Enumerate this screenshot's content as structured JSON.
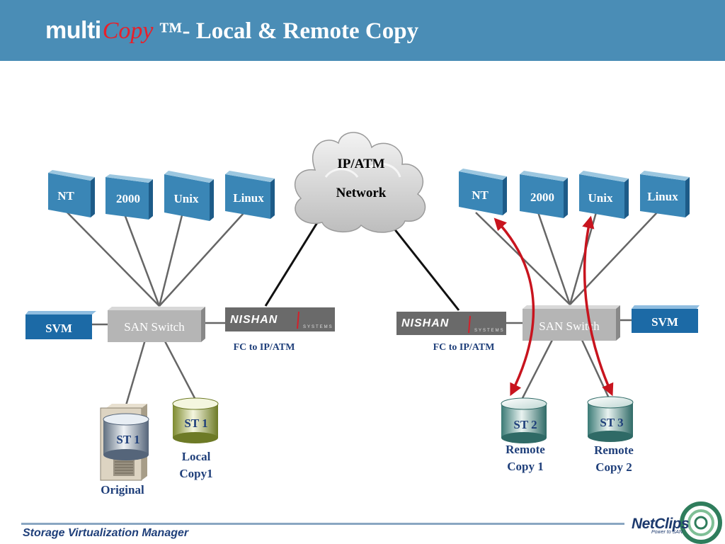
{
  "header": {
    "title_multi": "multi",
    "title_copy": "Copy",
    "title_rest": "™- Local & Remote Copy"
  },
  "cloud": {
    "line1": "IP/ATM",
    "line2": "Network"
  },
  "left": {
    "hosts": [
      "NT",
      "2000",
      "Unix",
      "Linux"
    ],
    "svm": "SVM",
    "switch": "SAN Switch",
    "nishan_label": "FC to IP/ATM",
    "st_server": "ST 1",
    "server_caption": "Original",
    "st_local": "ST 1",
    "local_caption_1": "Local",
    "local_caption_2": "Copy1"
  },
  "right": {
    "hosts": [
      "NT",
      "2000",
      "Unix",
      "Linux"
    ],
    "svm": "SVM",
    "switch": "SAN Switch",
    "nishan_label": "FC to IP/ATM",
    "st2": "ST 2",
    "st2_caption_1": "Remote",
    "st2_caption_2": "Copy 1",
    "st3": "ST 3",
    "st3_caption_1": "Remote",
    "st3_caption_2": "Copy 2"
  },
  "nishan": {
    "brand": "NISHAN",
    "sub": "SYSTEMS"
  },
  "footer": {
    "text": "Storage Virtualization Manager"
  },
  "logo": {
    "name": "NetClips",
    "tagline": "Power to SAN"
  },
  "colors": {
    "header": "#4a8db6",
    "host_blue": "#3a86b6",
    "svm_blue": "#1c6aa6",
    "switch_gray": "#b5b5b5",
    "arrow_red": "#c8141e",
    "label_navy": "#1f3f7a"
  }
}
